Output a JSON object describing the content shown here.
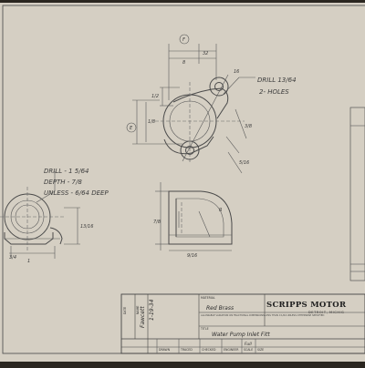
{
  "drawing": {
    "company": "SCRIPPS MOTOR",
    "city": "DETROIT, MICHIG",
    "material_label": "MATERIAL",
    "material_value": "Red Brass",
    "title_label": "TITLE",
    "title_value": "Water Pump Inlet Fitt",
    "tolerance_note": "ALLOWABLE VARIATION ON FRACTIONAL DIMENSIONS LESS THAN ±1/64 UNLESS OTHERWISE SPECIFIED",
    "date_label": "DATE",
    "name_label": "NAME",
    "approvals": [
      "DRAWN",
      "TRACED",
      "CHECKED",
      "ENGINEER",
      "SCALE",
      "SIZE"
    ],
    "scale_value": "Full",
    "date_value": "1-19-34",
    "name_value": "Fawcett"
  },
  "annotations": {
    "drill_holes": "DRILL 13/64",
    "two_holes": "2- HOLES",
    "drill_main": "DRILL - 1 5/64",
    "depth": "DEPTH - 7/8",
    "unless": "UNLESS - 6/64 DEEP",
    "circle_f": "F",
    "circle_e": "E",
    "d_half": "1/2",
    "d_32": "32",
    "d_8": "8",
    "d_16": "16",
    "d_3_8": "3/8",
    "d_5_16": "5/16",
    "d_1_8": "1/8",
    "d_13_16": "13/16",
    "d_1": "1",
    "d_r": "R",
    "d_7_8": "7/8",
    "d_3_4": "3/4",
    "d_9_16": "9/16"
  }
}
